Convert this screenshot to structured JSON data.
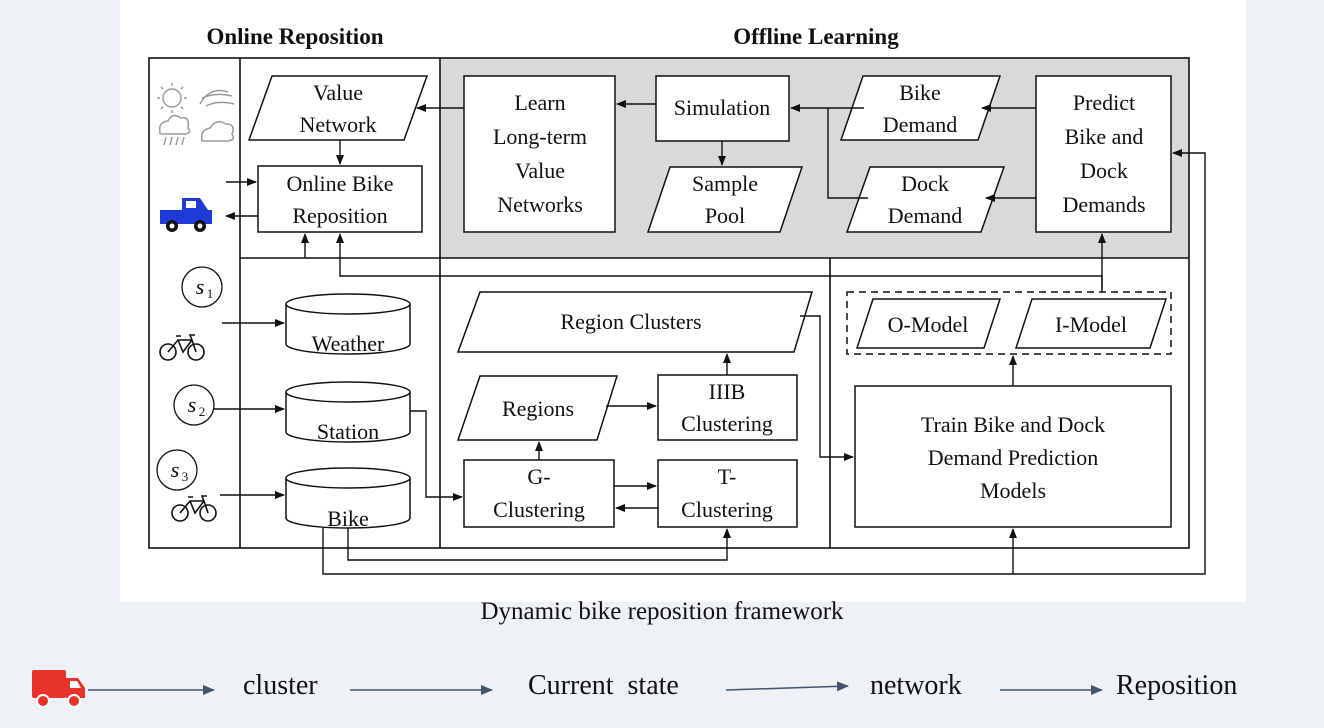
{
  "diagram": {
    "headers": {
      "online": "Online Reposition",
      "offline": "Offline Learning"
    },
    "nodes": {
      "value_network": [
        "Value",
        "Network"
      ],
      "online_bike_reposition": [
        "Online Bike",
        "Reposition"
      ],
      "learn_value_networks": [
        "Learn",
        "Long-term",
        "Value",
        "Networks"
      ],
      "simulation": "Simulation",
      "sample_pool": [
        "Sample",
        "Pool"
      ],
      "bike_demand": [
        "Bike",
        "Demand"
      ],
      "dock_demand": [
        "Dock",
        "Demand"
      ],
      "predict_demands": [
        "Predict",
        "Bike and",
        "Dock",
        "Demands"
      ],
      "weather_db": "Weather",
      "station_db": "Station",
      "bike_db": "Bike",
      "region_clusters": "Region Clusters",
      "regions": "Regions",
      "iiib_clustering": [
        "IIIB",
        "Clustering"
      ],
      "g_clustering": [
        "G-",
        "Clustering"
      ],
      "t_clustering": [
        "T-",
        "Clustering"
      ],
      "o_model": "O-Model",
      "i_model": "I-Model",
      "train_models": [
        "Train Bike and Dock",
        "Demand Prediction",
        "Models"
      ]
    },
    "states": {
      "s1": "s",
      "s1_sub": "1",
      "s2": "s",
      "s2_sub": "2",
      "s3": "s",
      "s3_sub": "3"
    },
    "icons": [
      "sun-icon",
      "wind-icon",
      "rain-cloud-icon",
      "cloudy-icon",
      "truck-icon",
      "bicycle-icon"
    ],
    "colors": {
      "offline_bg": "#d9d9d9",
      "truck": "#1f3bd6"
    }
  },
  "caption": "Dynamic bike reposition framework",
  "flow": {
    "steps": [
      "cluster",
      "Current  state",
      "network",
      "Reposition"
    ],
    "truck_color": "#e8332a",
    "arrow_color": "#44546a"
  }
}
